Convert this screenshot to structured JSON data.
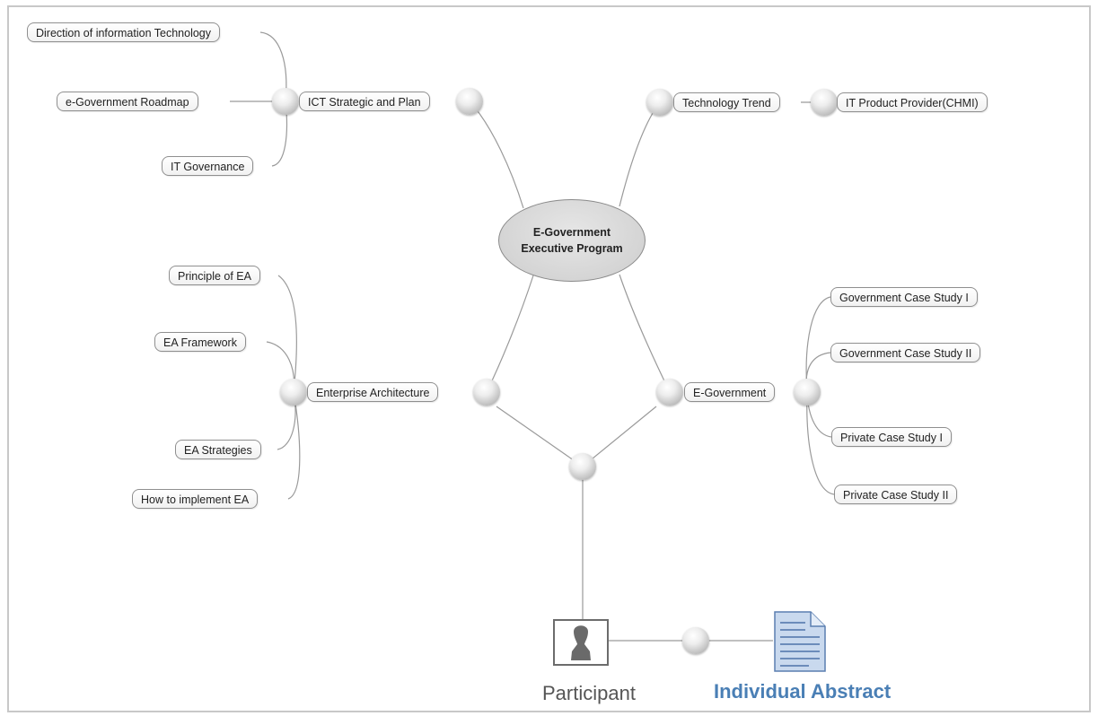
{
  "diagram": {
    "center": {
      "line1": "E-Government",
      "line2": "Executive Program"
    },
    "branches": {
      "ict": {
        "label": "ICT Strategic and Plan",
        "children": [
          "Direction of information Technology",
          "e-Government Roadmap",
          "IT Governance"
        ]
      },
      "tech": {
        "label": "Technology Trend",
        "child": "IT Product Provider(CHMI)"
      },
      "ea": {
        "label": "Enterprise Architecture",
        "children": [
          "Principle of EA",
          "EA Framework",
          "EA Strategies",
          "How to implement EA"
        ]
      },
      "egov": {
        "label": "E-Government",
        "children": [
          "Government Case Study I",
          "Government Case Study II",
          "Private Case Study I",
          "Private Case Study II"
        ]
      }
    },
    "participant": {
      "label": "Participant",
      "icon": "person-icon"
    },
    "abstract": {
      "label": "Individual Abstract",
      "icon": "document-icon"
    }
  },
  "colors": {
    "connector": "#9a9a9a",
    "abstract_text": "#4a7fb5",
    "center_fill": "#d6d6d6"
  }
}
